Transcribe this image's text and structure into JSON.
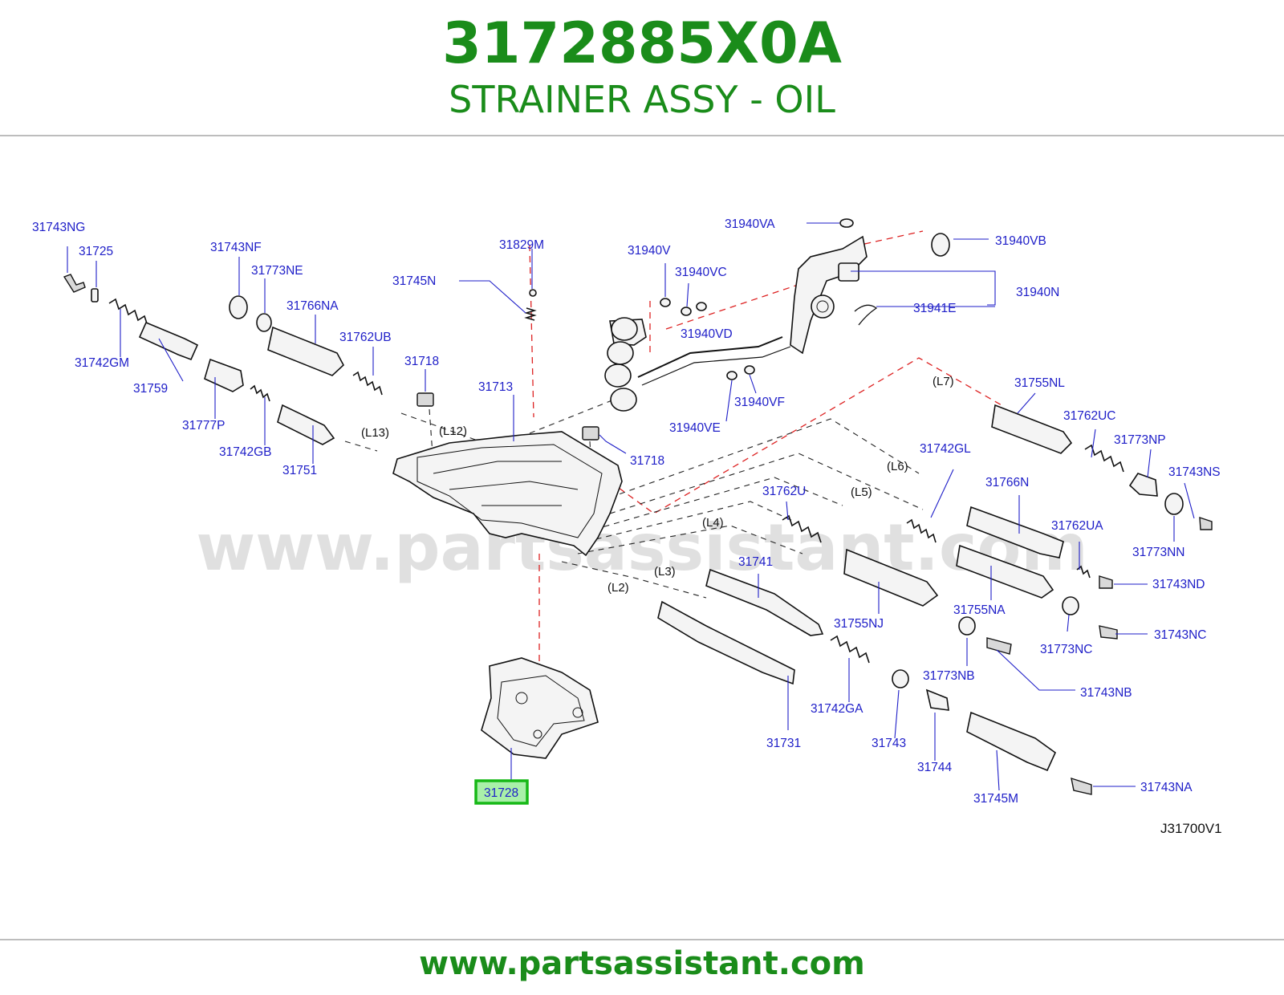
{
  "header": {
    "part_number": "3172885X0A",
    "description": "STRAINER ASSY - OIL"
  },
  "diagram": {
    "code": "J31700V1",
    "watermark": "www.partsassistant.com",
    "highlight_color": "#16b816",
    "labels": [
      "31743NG",
      "31725",
      "31743NF",
      "31773NE",
      "31766NA",
      "31742GM",
      "31759",
      "31777P",
      "31742GB",
      "31751",
      "31762UB",
      "31745N",
      "31829M",
      "31718",
      "31713",
      "31718",
      "31940V",
      "31940VC",
      "31940VD",
      "31940VA",
      "31940VB",
      "31940N",
      "31941E",
      "31940VF",
      "31940VE",
      "31755NL",
      "31762UC",
      "31773NP",
      "31743NS",
      "31773NN",
      "31742GL",
      "31766N",
      "31762UA",
      "31743ND",
      "31762U",
      "31741",
      "31755NJ",
      "31755NA",
      "31773NC",
      "31743NC",
      "31773NB",
      "31743NB",
      "31742GA",
      "31731",
      "31743",
      "31744",
      "31745M",
      "31743NA"
    ],
    "highlighted_label": "31728",
    "refs": [
      "(L13)",
      "(L12)",
      "(L7)",
      "(L6)",
      "(L5)",
      "(L4)",
      "(L3)",
      "(L2)"
    ]
  },
  "footer": {
    "url": "www.partsassistant.com"
  }
}
